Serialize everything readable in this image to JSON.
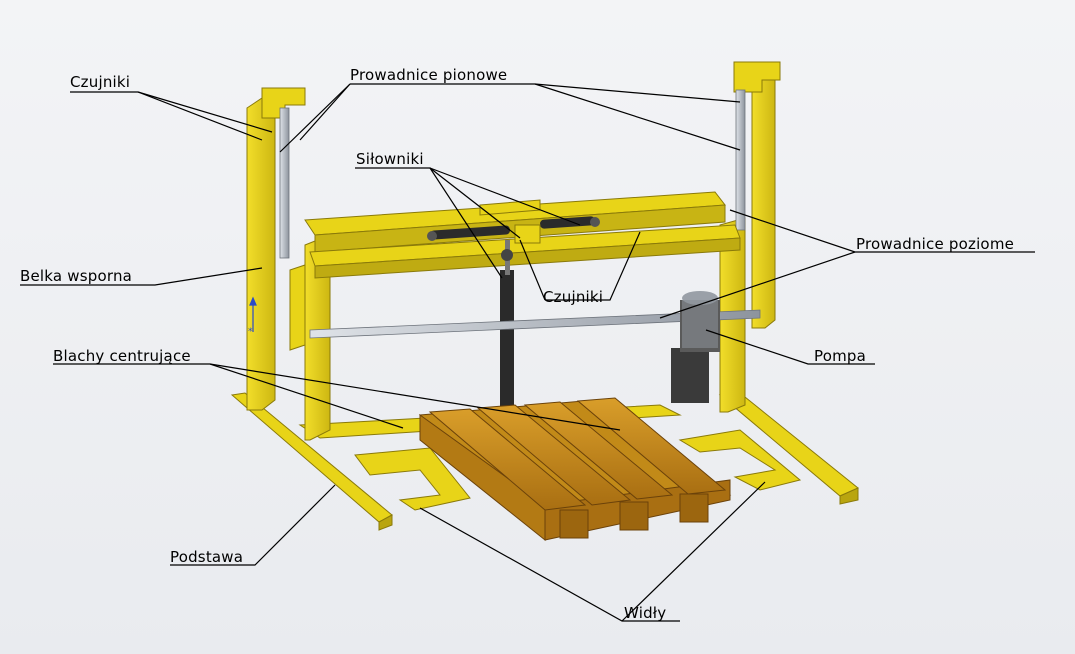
{
  "labels": {
    "czujniki_top": "Czujniki",
    "prowadnice_pionowe": "Prowadnice pionowe",
    "silowniki": "Siłowniki",
    "belka_wsporna": "Belka wsporna",
    "prowadnice_poziome": "Prowadnice poziome",
    "czujniki_mid": "Czujniki",
    "pompa": "Pompa",
    "blachy_centrujace": "Blachy centrujące",
    "podstawa": "Podstawa",
    "widly": "Widły"
  },
  "colors": {
    "frame_yellow": "#e8d418",
    "frame_dark": "#a89412",
    "pallet": "#c98f1a",
    "pallet_dark": "#8a5a0c",
    "rod": "#b6bcc6",
    "cylinder": "#2a2a2a",
    "motor": "#3a3a3a"
  }
}
